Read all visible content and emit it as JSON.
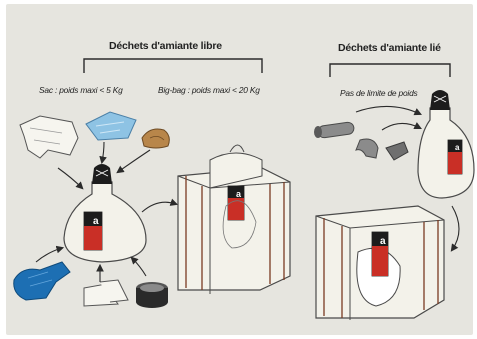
{
  "sections": {
    "free": {
      "title": "Déchets d'amiante libre",
      "sac_rule": "Sac : poids maxi < 5 Kg",
      "bigbag_rule": "Big-bag : poids maxi < 20 Kg"
    },
    "bound": {
      "title": "Déchets d'amiante lié",
      "rule": "Pas de limite de poids"
    }
  },
  "bag_label": "a",
  "colors": {
    "background": "#e6e5df",
    "bag": "#f3f2ea",
    "bag_outline": "#4a4a4a",
    "label_red": "#c92f26",
    "label_black": "#1c1c1c",
    "strap_brown": "#7a3b22",
    "glove_blue": "#1d6fb3",
    "cloth_blue": "#8ec3e4",
    "mask_tan": "#b8864a",
    "pipe_grey": "#8b8b8b"
  }
}
